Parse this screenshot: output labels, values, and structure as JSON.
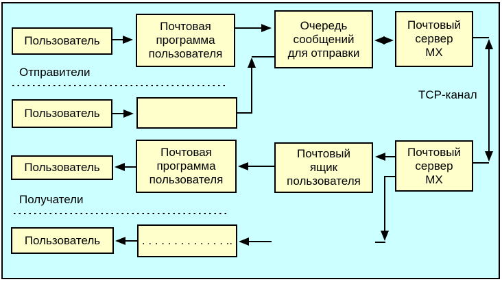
{
  "colors": {
    "canvas_background": "#ccffff",
    "node_fill": "#ffffcc",
    "line_color": "#000000",
    "text_color": "#000000"
  },
  "nodes": {
    "user": "Пользователь",
    "mail_program": "Почтовая\nпрограмма\nпользователя",
    "outgoing_queue": "Очередь\nсообщений\nдля отправки",
    "mx_server": "Почтовый\nсервер\nMX",
    "mailbox": "Почтовый\nящик\nпользователя",
    "dotted_placeholder": ". . . . . . . . . . . . . .."
  },
  "section_labels": {
    "senders": "Отправители",
    "receivers": "Получатели"
  },
  "channel_label": "TCP-канал",
  "connections": [
    {
      "from": "user-sender-1",
      "to": "mail-program-sender",
      "style": "arrow"
    },
    {
      "from": "mail-program-sender",
      "to": "outgoing-queue",
      "style": "arrow"
    },
    {
      "from": "user-sender-2",
      "to": "empty-box",
      "style": "arrow"
    },
    {
      "from": "empty-box",
      "to": "outgoing-queue",
      "style": "arrow"
    },
    {
      "from": "outgoing-queue",
      "to": "mx-server-top",
      "style": "double-arrow"
    },
    {
      "from": "mx-server-top",
      "to": "mx-server-bottom",
      "style": "double-arrow",
      "label": "TCP-канал"
    },
    {
      "from": "mx-server-bottom",
      "to": "mailbox-top",
      "style": "arrow"
    },
    {
      "from": "mx-server-bottom",
      "to": "mailbox-bottom",
      "style": "arrow"
    },
    {
      "from": "mailbox-top",
      "to": "mail-program-receiver",
      "style": "arrow"
    },
    {
      "from": "mail-program-receiver",
      "to": "user-receiver-1",
      "style": "arrow"
    },
    {
      "from": "mailbox-bottom",
      "to": "dotted-box",
      "style": "arrow"
    },
    {
      "from": "dotted-box",
      "to": "user-receiver-2",
      "style": "arrow"
    }
  ]
}
